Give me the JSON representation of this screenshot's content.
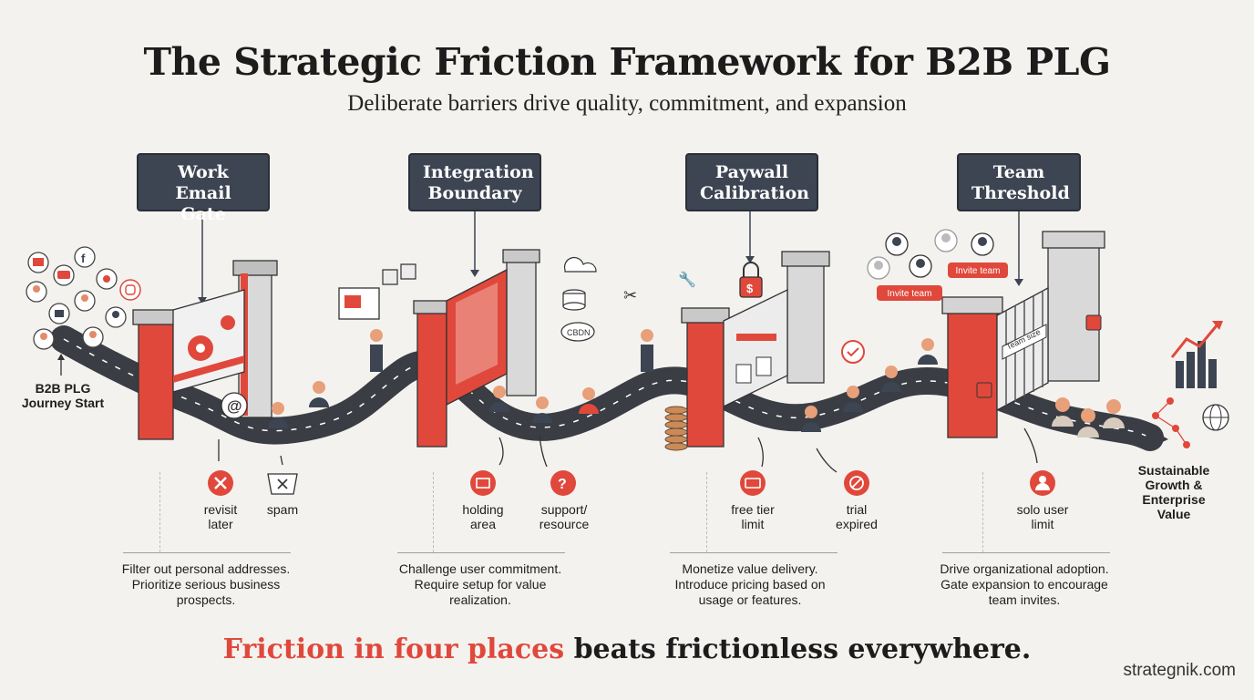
{
  "header": {
    "title": "The Strategic Friction Framework for B2B PLG",
    "subtitle": "Deliberate barriers drive quality, commitment, and expansion"
  },
  "journey": {
    "start_label": "B2B PLG Journey Start",
    "end_label": "Sustainable Growth & Enterprise Value"
  },
  "stages": [
    {
      "title": "Work Email Gate",
      "exits": [
        "revisit later",
        "spam"
      ],
      "description": "Filter out personal addresses. Prioritize serious business prospects."
    },
    {
      "title": "Integration Boundary",
      "exits": [
        "holding area",
        "support/ resource"
      ],
      "description": "Challenge user commitment. Require setup for value realization."
    },
    {
      "title": "Paywall Calibration",
      "exits": [
        "free tier limit",
        "trial expired"
      ],
      "description": "Monetize value delivery. Introduce pricing based on usage or features."
    },
    {
      "title": "Team Threshold",
      "exits": [
        "solo user limit"
      ],
      "description": "Drive organizational adoption. Gate expansion to encourage team invites."
    }
  ],
  "illustration_labels": {
    "invite_1": "Invite team",
    "invite_2": "Invite team",
    "cloud_db": "CBDN",
    "team_size": "Team size"
  },
  "tagline": {
    "highlight": "Friction in four places",
    "rest": " beats frictionless everywhere."
  },
  "credit": "strategnik.com",
  "colors": {
    "accent_red": "#e0483c",
    "slate": "#3d4452",
    "road": "#3a3d44",
    "background": "#f4f2ee"
  }
}
